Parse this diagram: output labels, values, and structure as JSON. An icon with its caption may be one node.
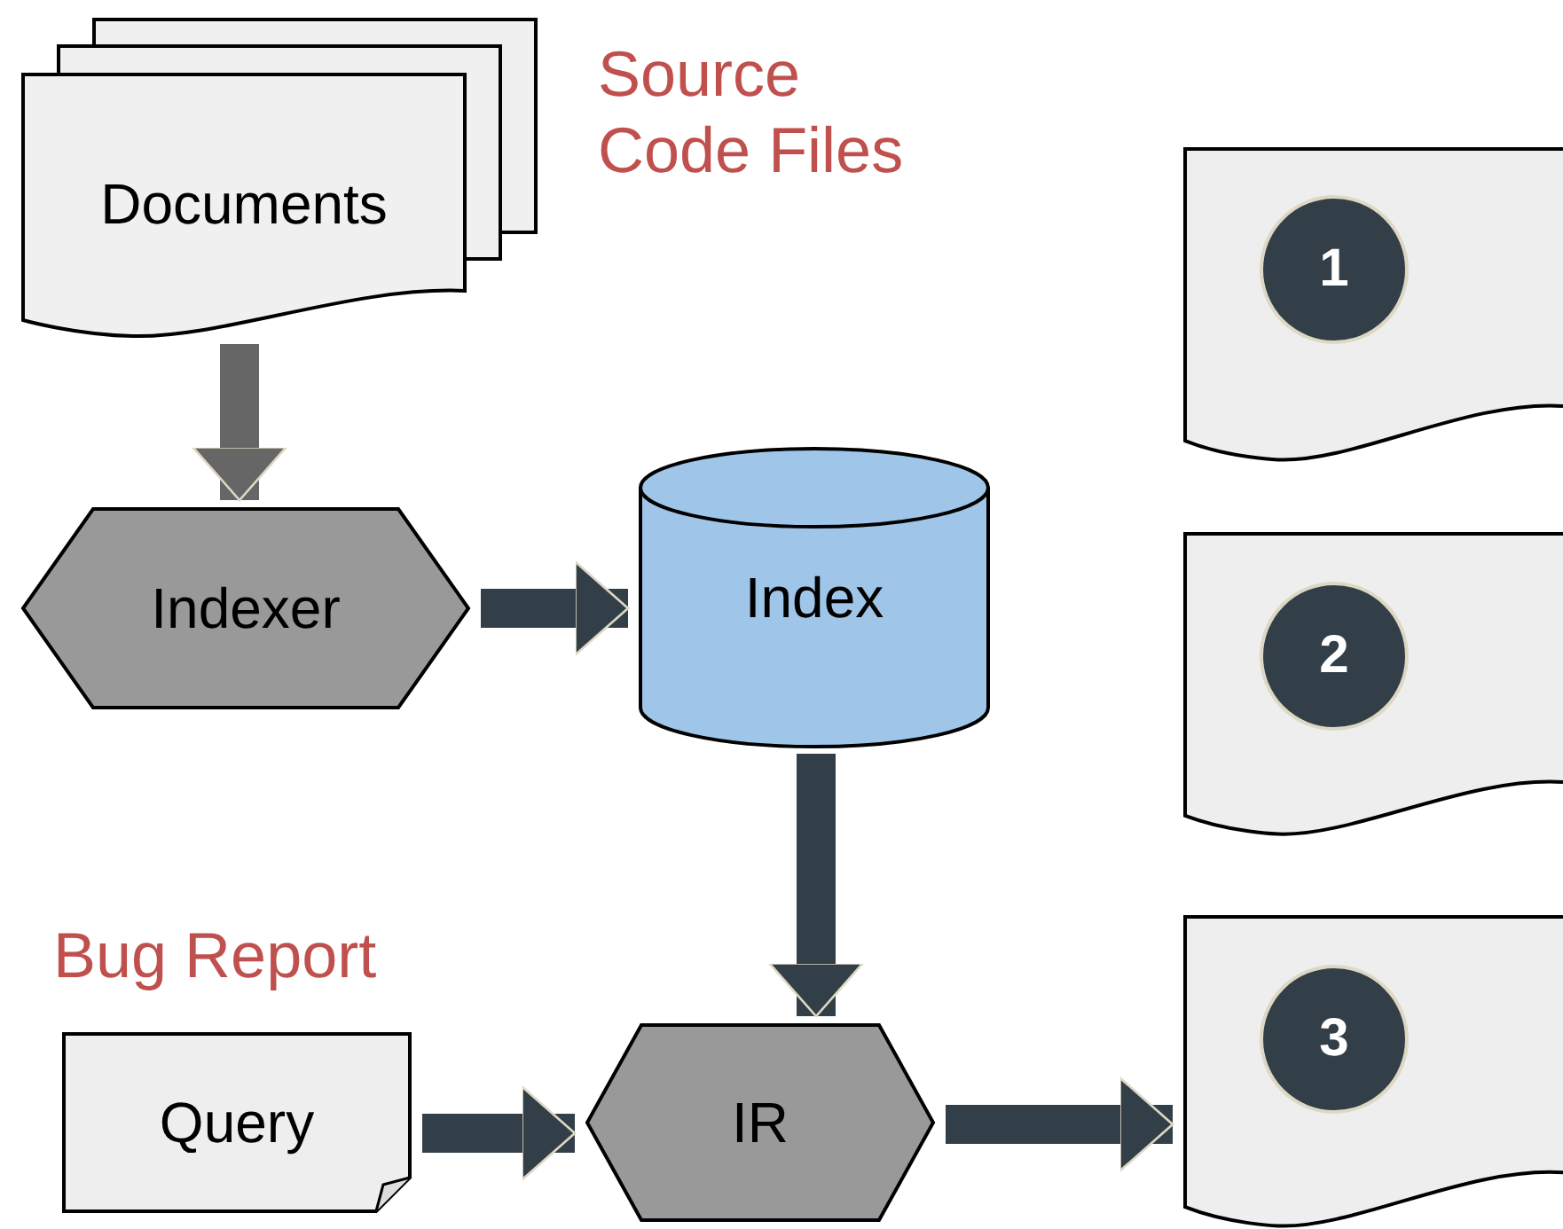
{
  "diagram": {
    "nodes": [
      {
        "text": [
          "Documents"
        ],
        "beside": [
          "Source Code Files"
        ]
      },
      {
        "text": [
          "Indexer"
        ]
      },
      {
        "text": [
          "Index"
        ]
      },
      {
        "text": [
          "Query"
        ],
        "beside": [
          "Bug Report"
        ]
      },
      {
        "text": [
          "IR"
        ]
      },
      {
        "text": [],
        "shape": "document"
      },
      {
        "text": [
          "1"
        ],
        "in": 5
      },
      {
        "text": [],
        "shape": "document"
      },
      {
        "text": [
          "2"
        ],
        "in": 7
      },
      {
        "text": [],
        "shape": "document"
      },
      {
        "text": [
          "3"
        ],
        "in": 9
      }
    ],
    "edges": [
      {
        "from": 0,
        "to": 1,
        "arrow": "to",
        "color": "#666666"
      },
      {
        "from": 1,
        "to": 2,
        "arrow": "to"
      },
      {
        "from": 2,
        "to": 4,
        "arrow": "to"
      },
      {
        "from": 3,
        "to": 4,
        "arrow": "to"
      },
      {
        "from": 4,
        "to": 9,
        "arrow": "to"
      }
    ]
  }
}
